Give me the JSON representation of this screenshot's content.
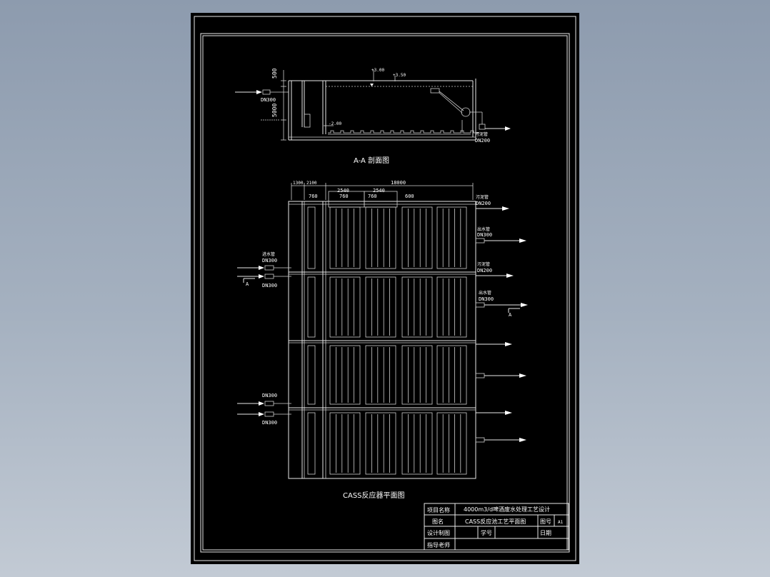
{
  "section_view": {
    "title": "A-A 剖面图",
    "dims": {
      "top": "500",
      "mid": "5000"
    },
    "elevations": {
      "water": "+3.00",
      "top": "+3.50",
      "bottom": "-2.00"
    },
    "inlet": "DN300",
    "outlet_label": "污泥管",
    "outlet": "DN200"
  },
  "plan_view": {
    "title": "CASS反应器平面图",
    "dims_top": [
      "1300",
      "2100",
      "18000"
    ],
    "dims_second": [
      "2540",
      "2540"
    ],
    "dims_third": [
      "760",
      "760",
      "760",
      "600"
    ],
    "left_labels": [
      "进水管",
      "DN300",
      "DN300",
      "DN300",
      "DN300"
    ],
    "section_marker": "A",
    "right_labels": [
      "污泥管",
      "DN200",
      "出水管",
      "DN300",
      "污泥管",
      "DN200",
      "出水管",
      "DN300"
    ]
  },
  "title_block": {
    "project_label": "项目名称",
    "project_value": "4000m3/d啤酒废水处理工艺设计",
    "name_label": "图名",
    "name_value": "CASS反应池工艺平面图",
    "drawing_no_label": "图号",
    "drawing_no_value": "A1",
    "designer_label": "设计制图",
    "student_no_label": "学号",
    "date_label": "日期",
    "advisor_label": "指导老师"
  },
  "colors": {
    "background": "#000000",
    "lines": "#e8e8e8",
    "app_bg": "#9aa7b7"
  }
}
